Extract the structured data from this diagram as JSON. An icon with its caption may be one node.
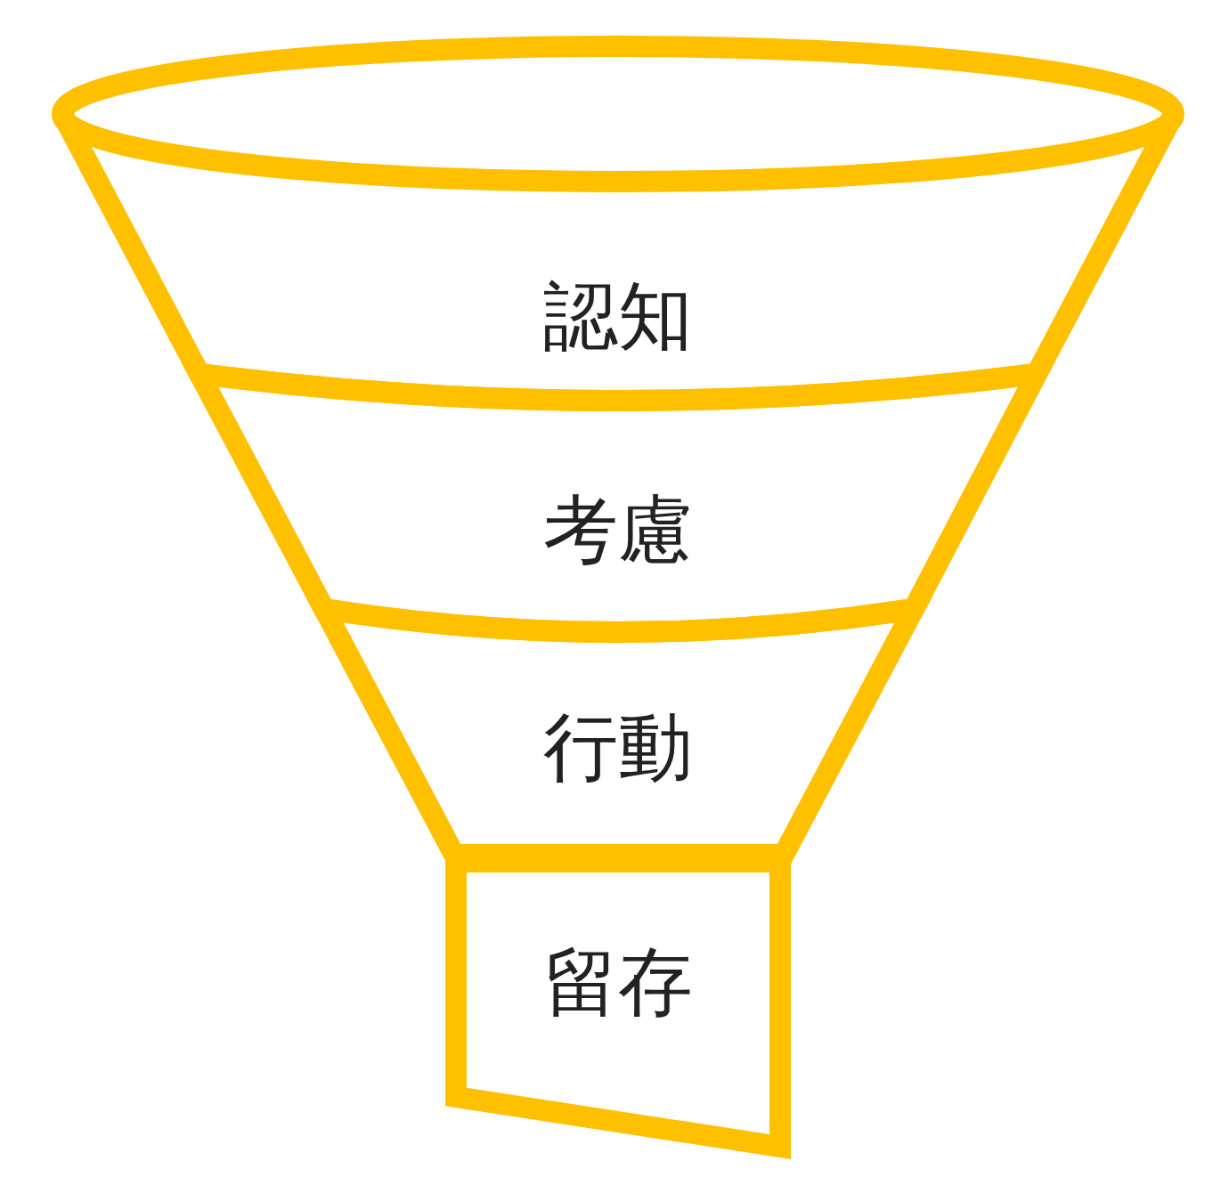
{
  "diagram": {
    "nodes": [
      {
        "text": [
          "認知"
        ]
      },
      {
        "text": [
          "考慮"
        ]
      },
      {
        "text": [
          "行動"
        ]
      },
      {
        "text": [
          "留存"
        ]
      }
    ]
  }
}
